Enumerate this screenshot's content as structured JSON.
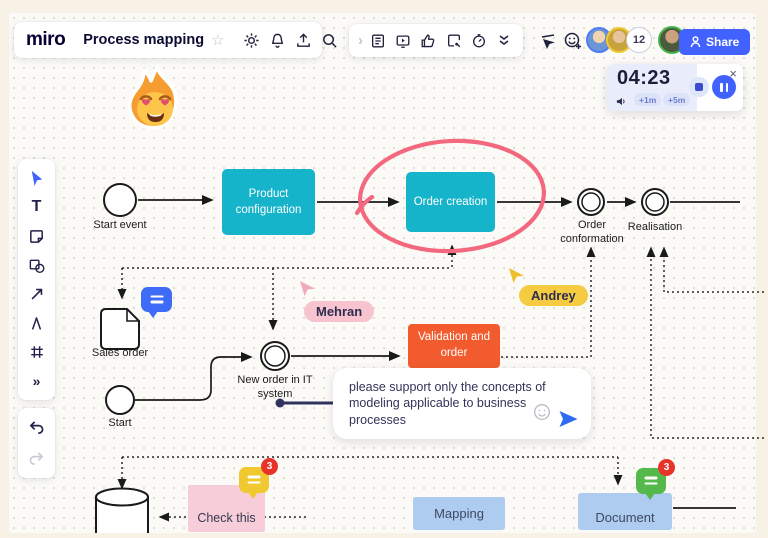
{
  "header": {
    "logo": "miro",
    "board_title": "Process mapping",
    "share_label": "Share",
    "overflow_count": "12"
  },
  "icons": {
    "star": "☆",
    "chevron_right": "›",
    "close": "×"
  },
  "timer": {
    "value": "04:23",
    "plus_one": "+1m",
    "plus_five": "+5m"
  },
  "tools": {
    "text_tool": "T",
    "more_tools": "»"
  },
  "nodes": {
    "start_event": "Start event",
    "product_configuration": "Product configuration",
    "order_creation": "Order creation",
    "order_conformation": "Order conformation",
    "realisation": "Realisation",
    "sales_order": "Sales order",
    "start": "Start",
    "new_order_it": "New order in IT system",
    "validation_order": "Validation and order",
    "check_this": "Check this",
    "mapping": "Mapping",
    "document": "Document"
  },
  "cursors": {
    "mehran": "Mehran",
    "andrey": "Andrey"
  },
  "chat": {
    "message": "please support only the concepts of modeling applicable to business processes"
  },
  "badges": {
    "check_this_comments": "3",
    "document_comments": "3"
  },
  "colors": {
    "accent": "#4262ff",
    "teal": "#16b4ca",
    "orange": "#f25b2e",
    "lightblue": "#aecbf0",
    "pinkNote": "#f8cdda",
    "pinkPill": "#f6c3cf",
    "yellowPill": "#f5cc41",
    "yellowComment": "#f0c930",
    "greenComment": "#55b84b",
    "redBadge": "#e8332a",
    "redCircle": "#f4687f",
    "cream": "#f8f1e6",
    "lavender": "#e9edfb"
  }
}
